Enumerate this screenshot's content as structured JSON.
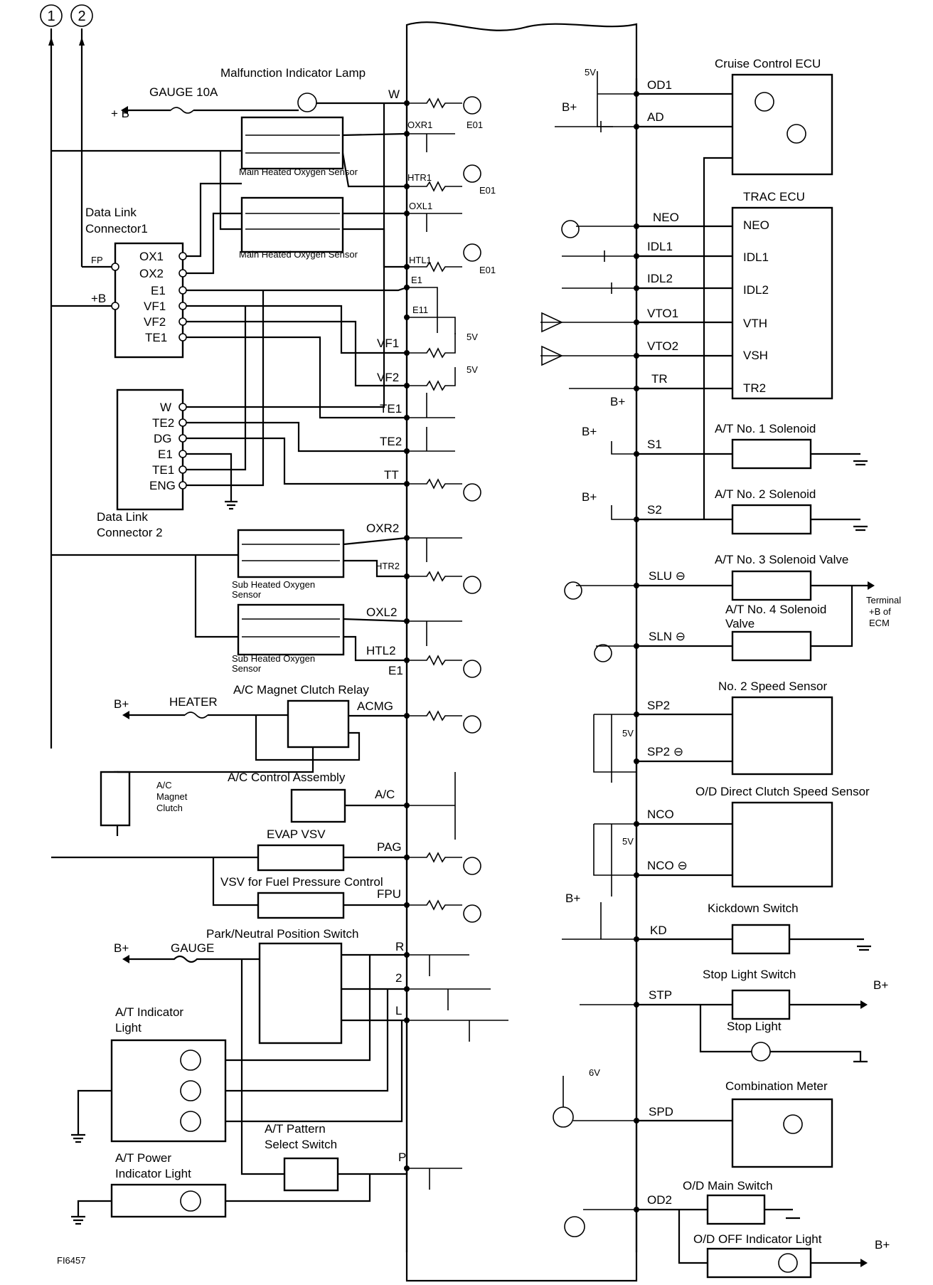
{
  "figure_id": "FI6457",
  "markers": {
    "one": "1",
    "two": "2"
  },
  "ecm_left_pins": [
    "W",
    "OXR1",
    "HTR1",
    "OXL1",
    "HTL1",
    "E1",
    "E11",
    "VF1",
    "VF2",
    "TE1",
    "TE2",
    "TT",
    "OXR2",
    "HTR2",
    "OXL2",
    "HTL2",
    "E1",
    "ACMG",
    "A/C",
    "PAG",
    "FPU",
    "R",
    "2",
    "L",
    "P"
  ],
  "ecm_right_pins": [
    "OD1",
    "AD",
    "NEO",
    "IDL1",
    "IDL2",
    "VTO1",
    "VTO2",
    "TR",
    "S1",
    "S2",
    "SLU ⊖",
    "SLN ⊖",
    "SP2",
    "SP2 ⊖",
    "NCO",
    "NCO ⊖",
    "KD",
    "STP",
    "SPD",
    "OD2"
  ],
  "left": {
    "plus_b": "+ B",
    "gauge_fuse": "GAUGE 10A",
    "mil": "Malfunction Indicator Lamp",
    "main_o2_1": "Main Heated Oxygen Sensor",
    "main_o2_2": "Main Heated Oxygen Sensor",
    "dlc1": {
      "title1": "Data Link",
      "title2": "Connector1",
      "pins": [
        "OX1",
        "OX2",
        "E1",
        "VF1",
        "VF2",
        "TE1"
      ],
      "fp": "FP",
      "plusb": "+B"
    },
    "dlc2": {
      "title1": "Data Link",
      "title2": "Connector 2",
      "pins": [
        "W",
        "TE2",
        "DG",
        "E1",
        "TE1",
        "ENG"
      ]
    },
    "sub_o2_1a": "Sub Heated Oxygen",
    "sub_o2_1b": "Sensor",
    "sub_o2_2a": "Sub Heated Oxygen",
    "sub_o2_2b": "Sensor",
    "ac_relay": "A/C Magnet Clutch Relay",
    "bplus_heater": "B+",
    "heater": "HEATER",
    "ac_control": "A/C Control Assembly",
    "ac_clutch": [
      "A/C",
      "Magnet",
      "Clutch"
    ],
    "evap_vsv": "EVAP VSV",
    "vsv_fuel": "VSV for Fuel Pressure Control",
    "pn_switch": "Park/Neutral Position Switch",
    "bplus_gauge": "B+",
    "gauge": "GAUGE",
    "at_ind_1": "A/T Indicator",
    "at_ind_2": "Light",
    "pattern_1": "A/T Pattern",
    "pattern_2": "Select Switch",
    "power_1": "A/T Power",
    "power_2": "Indicator Light"
  },
  "right": {
    "cruise": "Cruise Control ECU",
    "trac": "TRAC ECU",
    "trac_pins": [
      "NEO",
      "IDL1",
      "IDL2",
      "VTH",
      "VSH",
      "TR2"
    ],
    "sol1": "A/T No. 1 Solenoid",
    "sol2": "A/T No. 2 Solenoid",
    "sol3": "A/T No. 3 Solenoid Valve",
    "sol4a": "A/T No. 4 Solenoid",
    "sol4b": "Valve",
    "terminal": [
      "Terminal",
      "+B of",
      "ECM"
    ],
    "sp2_sensor": "No. 2 Speed Sensor",
    "od_clutch": "O/D Direct Clutch Speed Sensor",
    "kickdown": "Kickdown Switch",
    "stop_sw": "Stop Light Switch",
    "stop_light": "Stop Light",
    "combo": "Combination Meter",
    "od_main": "O/D Main Switch",
    "od_off": "O/D OFF Indicator Light",
    "five_v": "5V",
    "six_v": "6V",
    "bplus": "B+",
    "e1": "E1",
    "e01": "E01"
  }
}
